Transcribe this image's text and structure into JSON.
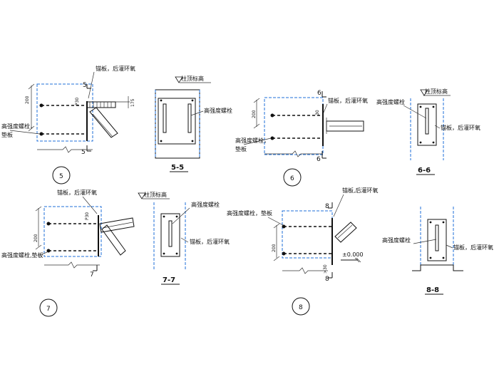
{
  "labels": {
    "anchor_epoxy": "锚板，后灌环氧",
    "column_top": "柱顶标高",
    "hs_bolt": "高强度螺栓",
    "hs_bolt_pad": "高强度螺栓，垫板",
    "hs_bolt_pad_split_1": "高强度螺栓，",
    "hs_bolt_pad_split_2": "垫板",
    "hs_bolt_pad_short": "高强度螺栓,垫板",
    "hs_bolt_pad_comma": "高强度螺栓，垫板",
    "anchor_epoxy_short": "锚板,后灌环氧",
    "elevation_zero": "±0.000"
  },
  "sections": {
    "s5": "5-5",
    "s6": "6-6",
    "s7": "7-7",
    "s8": "8-8"
  },
  "detail_numbers": {
    "d5": "5",
    "d6": "6",
    "d7": "7",
    "d8": "8"
  },
  "cut_marks": {
    "m5": "5",
    "m6": "6",
    "m7": "7",
    "m8": "8"
  },
  "dimensions": {
    "d200": "200",
    "dP30": "P30",
    "d175": "175",
    "d30": "30",
    "dgt30": ">30"
  }
}
